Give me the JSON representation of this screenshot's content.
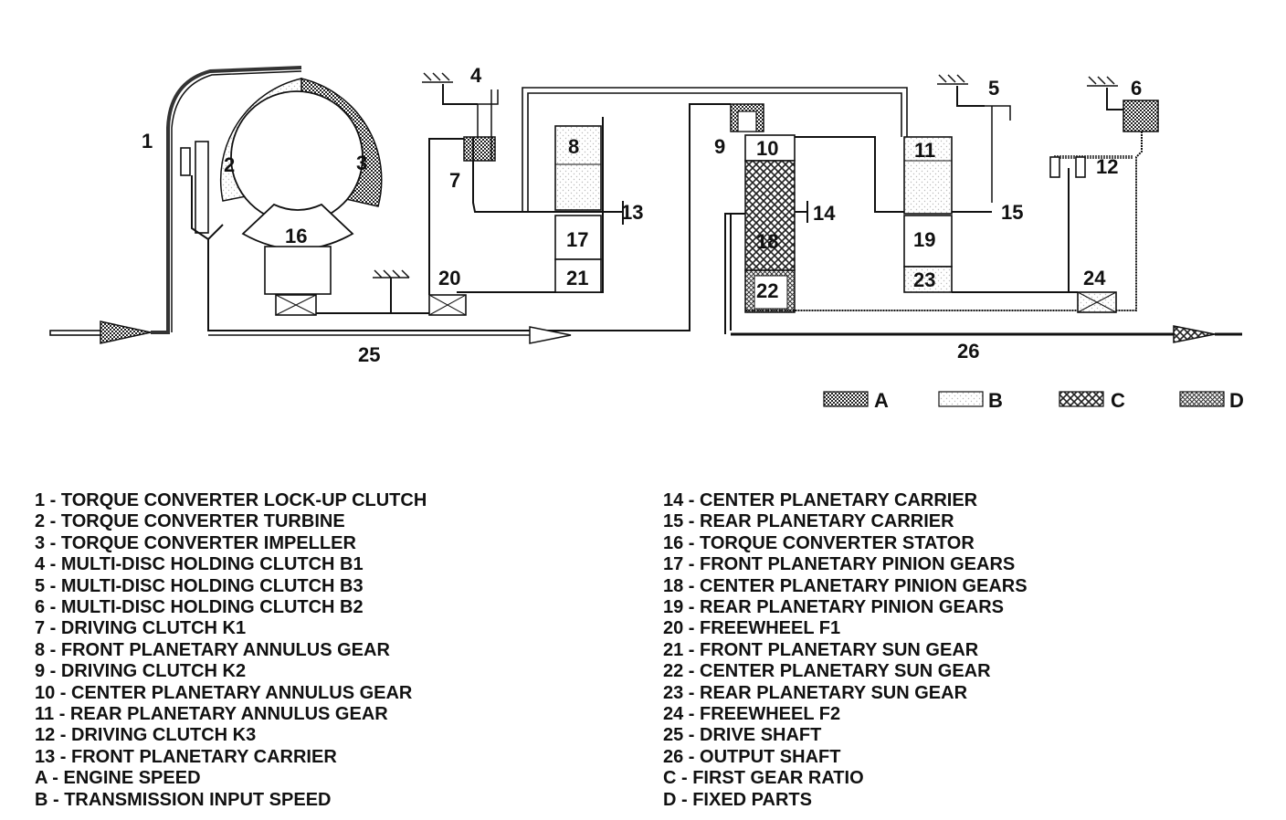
{
  "numbers": {
    "n1": "1",
    "n2": "2",
    "n3": "3",
    "n4": "4",
    "n5": "5",
    "n6": "6",
    "n7": "7",
    "n8": "8",
    "n9": "9",
    "n10": "10",
    "n11": "11",
    "n12": "12",
    "n13": "13",
    "n14": "14",
    "n15": "15",
    "n16": "16",
    "n17": "17",
    "n18": "18",
    "n19": "19",
    "n20": "20",
    "n21": "21",
    "n22": "22",
    "n23": "23",
    "n24": "24",
    "n25": "25",
    "n26": "26"
  },
  "legend": [
    {
      "letter": "A",
      "pattern": "dense-hatch"
    },
    {
      "letter": "B",
      "pattern": "light-dots"
    },
    {
      "letter": "C",
      "pattern": "cross-hatch"
    },
    {
      "letter": "D",
      "pattern": "fine-hatch"
    }
  ],
  "key_left": [
    "1 - TORQUE CONVERTER LOCK-UP CLUTCH",
    "2 - TORQUE CONVERTER TURBINE",
    "3 - TORQUE CONVERTER IMPELLER",
    "4 - MULTI-DISC HOLDING CLUTCH B1",
    "5 - MULTI-DISC HOLDING CLUTCH B3",
    "6 - MULTI-DISC HOLDING CLUTCH B2",
    "7 - DRIVING CLUTCH K1",
    "8 - FRONT PLANETARY ANNULUS GEAR",
    "9 - DRIVING CLUTCH K2",
    "10 - CENTER PLANETARY ANNULUS GEAR",
    "11 - REAR PLANETARY ANNULUS GEAR",
    "12 - DRIVING CLUTCH K3",
    "13 - FRONT PLANETARY CARRIER",
    "A - ENGINE SPEED",
    "B - TRANSMISSION INPUT SPEED"
  ],
  "key_right": [
    "14 - CENTER PLANETARY CARRIER",
    "15 - REAR PLANETARY CARRIER",
    "16 - TORQUE CONVERTER STATOR",
    "17 - FRONT PLANETARY PINION GEARS",
    "18 - CENTER PLANETARY PINION GEARS",
    "19 - REAR PLANETARY PINION GEARS",
    "20 - FREEWHEEL F1",
    "21 - FRONT PLANETARY SUN GEAR",
    "22 - CENTER PLANETARY SUN GEAR",
    "23 - REAR PLANETARY SUN GEAR",
    "24 - FREEWHEEL F2",
    "25 - DRIVE SHAFT",
    "26 - OUTPUT SHAFT",
    "C - FIRST GEAR RATIO",
    "D - FIXED PARTS"
  ],
  "colors": {
    "ink": "#111111",
    "background": "#ffffff",
    "pattern_dark": "#222222",
    "pattern_light": "#bbbbbb"
  }
}
